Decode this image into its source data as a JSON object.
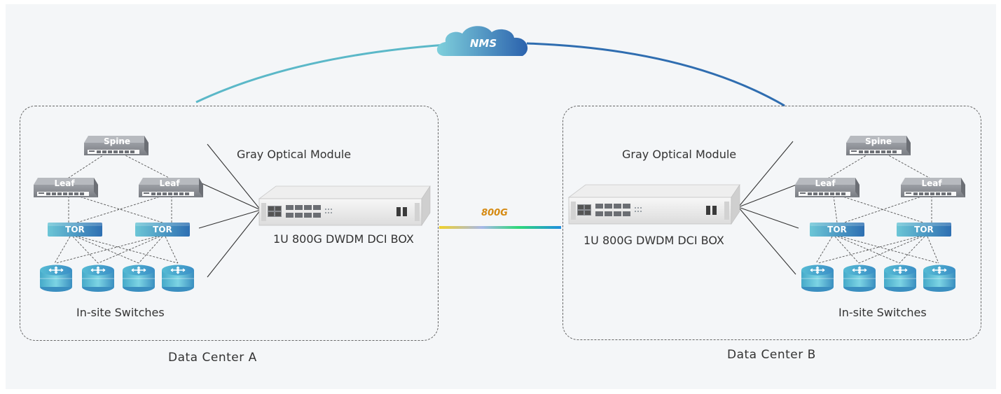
{
  "nms": {
    "label": "NMS"
  },
  "link": {
    "label": "800G"
  },
  "data_centers": [
    {
      "name": "Data Center A",
      "optical_label": "Gray Optical Module",
      "box_label": "1U 800G DWDM DCI BOX",
      "switches_label": "In-site Switches",
      "spine_label": "Spine",
      "leaf_labels": [
        "Leaf",
        "Leaf"
      ],
      "tor_labels": [
        "TOR",
        "TOR"
      ]
    },
    {
      "name": "Data Center B",
      "optical_label": "Gray Optical Module",
      "box_label": "1U 800G DWDM DCI BOX",
      "switches_label": "In-site Switches",
      "spine_label": "Spine",
      "leaf_labels": [
        "Leaf",
        "Leaf"
      ],
      "tor_labels": [
        "TOR",
        "TOR"
      ]
    }
  ],
  "colors": {
    "panel": "#f4f6f8",
    "arc_left": "#5bb8c8",
    "arc_right": "#2f6db0",
    "cloud_light": "#7fd0dc",
    "cloud_dark": "#2b62ad",
    "tor_light": "#6cc6d6",
    "tor_dark": "#2e6fb2",
    "switch_gray": "#8d9096",
    "rate_label": "#d58a12"
  },
  "icons": [
    "cloud-icon",
    "switch-device-icon",
    "dci-box-icon",
    "router-cylinder-icon"
  ]
}
